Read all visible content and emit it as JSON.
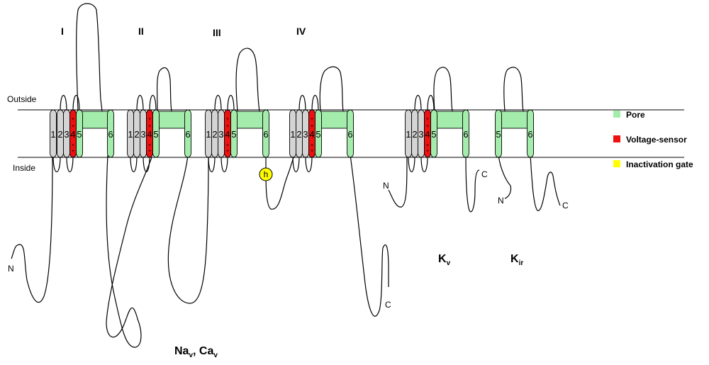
{
  "membrane": {
    "outside_label": "Outside",
    "inside_label": "Inside"
  },
  "domains": [
    "I",
    "II",
    "III",
    "IV"
  ],
  "helix_numbers": [
    "1",
    "2",
    "3",
    "4",
    "5",
    "6"
  ],
  "sensor_charge": "+",
  "gate_label": "h",
  "termini": {
    "n": "N",
    "c": "C"
  },
  "channels": {
    "nav": {
      "part1": "Na",
      "sub1": "v",
      "sep": ", ",
      "part2": "Ca",
      "sub2": "v"
    },
    "kv": {
      "main": "K",
      "sub": "v"
    },
    "kir": {
      "main": "K",
      "sub": "ir"
    }
  },
  "legend": [
    {
      "label": "Pore",
      "color": "#a3ecab"
    },
    {
      "label": "Voltage-sensor",
      "color": "#ee1111"
    },
    {
      "label": "Inactivation gate",
      "color": "#ffff00"
    }
  ],
  "colors": {
    "helix_gray": "#d4d4d4",
    "sensor_red": "#ee1111",
    "pore_green": "#a3ecab",
    "gate_yellow": "#ffff00"
  }
}
